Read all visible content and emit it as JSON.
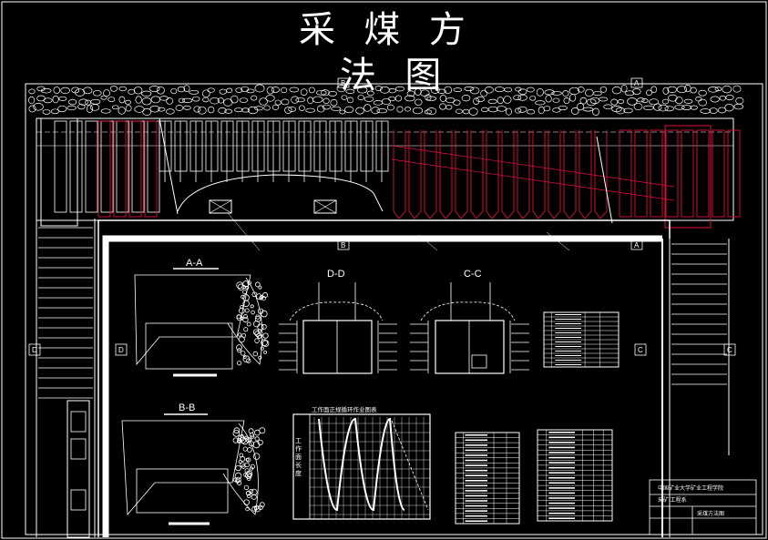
{
  "title": {
    "line1": "采  煤  方",
    "line2": "法  图"
  },
  "colors": {
    "background": "#000000",
    "line": "#ffffff",
    "accent": "#e0103a"
  },
  "sections": {
    "aa": "A-A",
    "bb": "B-B",
    "dd": "D-D",
    "cc": "C-C"
  },
  "markers": {
    "a_top": "A",
    "a_bottom": "A",
    "b_top": "B",
    "b_bottom": "B",
    "c_left": "C",
    "c_right": "C",
    "d_left": "D",
    "d_right": "D"
  },
  "chart": {
    "title": "工作面正规循环作业图表",
    "ylabel": "工 作 面 长 度"
  },
  "title_block": {
    "org": "中国矿业大学矿业工程学院",
    "dept": "采矿 工程系",
    "drawing": "采煤方法图"
  }
}
